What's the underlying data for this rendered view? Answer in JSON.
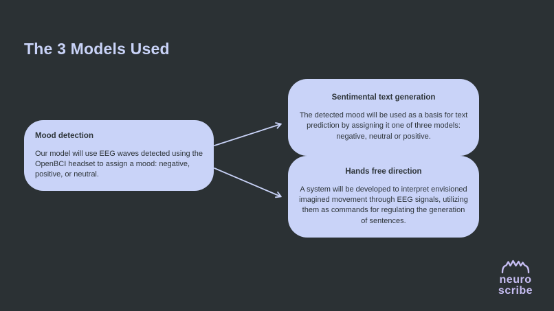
{
  "title": "The 3 Models Used",
  "colors": {
    "background": "#2b3134",
    "card": "#c9d3f8",
    "card_text": "#2e353a",
    "title_text": "#c9d3f8",
    "logo": "#c6bdf2"
  },
  "cards": {
    "mood": {
      "title": "Mood detection",
      "body": "Our model will use EEG waves detected using the OpenBCI headset to assign a mood: negative, positive, or neutral."
    },
    "sentimental": {
      "title": "Sentimental text generation",
      "body": "The detected mood will be used as a basis for text prediction by assigning it one of three models: negative, neutral or positive."
    },
    "hands_free": {
      "title": "Hands free direction",
      "body": "A system will be developed to interpret envisioned imagined movement through EEG signals, utilizing them as commands for regulating the generation of sentences."
    }
  },
  "logo": {
    "line1": "neuro",
    "line2": "scribe"
  }
}
